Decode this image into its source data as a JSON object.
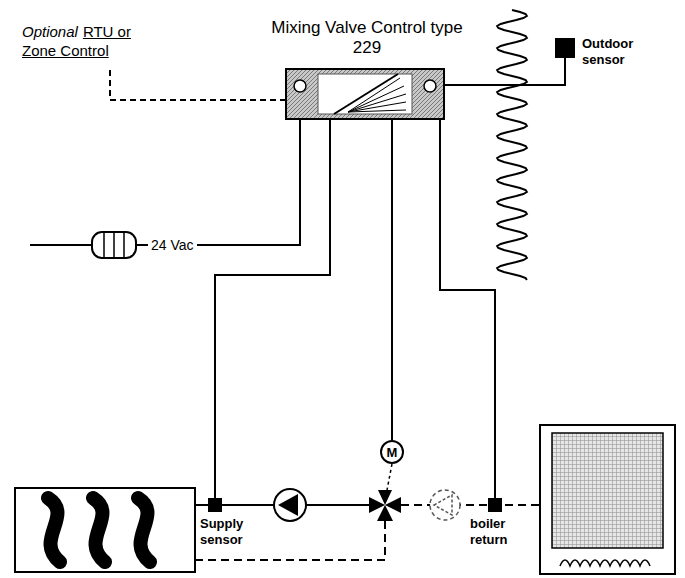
{
  "diagram": {
    "nodes": [
      {
        "text": [
          "Mixing Valve Control type 229"
        ]
      },
      {
        "text": [
          "Outdoor sensor"
        ]
      },
      {
        "text": [
          "Supply sensor"
        ]
      },
      {
        "text": [
          "M"
        ]
      },
      {
        "text": [
          "boiler return"
        ]
      }
    ],
    "edges": [
      {
        "from": 0,
        "to": 1,
        "arrow": "none"
      },
      {
        "from": 0,
        "to": 2,
        "arrow": "none"
      },
      {
        "from": 0,
        "to": 3,
        "arrow": "none"
      },
      {
        "from": 0,
        "to": 4,
        "arrow": "none"
      }
    ],
    "labels": [
      "Optional",
      "RTU or Zone Control",
      "24 Vac"
    ]
  }
}
